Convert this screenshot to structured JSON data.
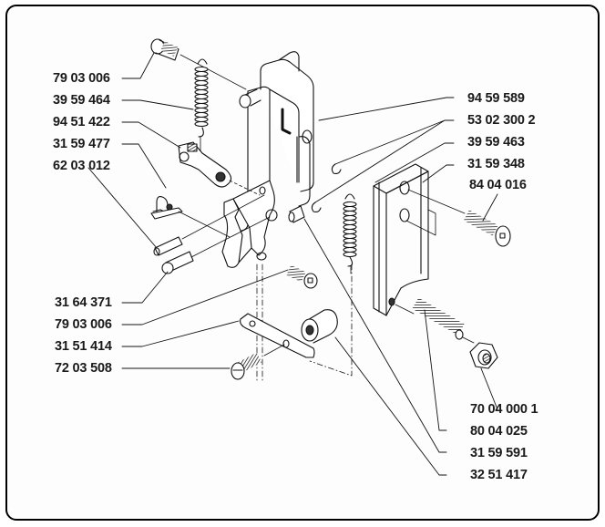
{
  "diagram": {
    "title": "Exploded parts diagram",
    "side_marker": "L",
    "accent_color": "#000000",
    "labels_left": [
      {
        "id": "lbl-79-03-006-a",
        "text": "79 03 006"
      },
      {
        "id": "lbl-39-59-464",
        "text": "39 59 464"
      },
      {
        "id": "lbl-94-51-422",
        "text": "94 51 422"
      },
      {
        "id": "lbl-31-59-477",
        "text": "31 59 477"
      },
      {
        "id": "lbl-62-03-012",
        "text": "62 03 012"
      },
      {
        "id": "lbl-31-64-371",
        "text": "31 64 371"
      },
      {
        "id": "lbl-79-03-006-b",
        "text": "79 03 006"
      },
      {
        "id": "lbl-31-51-414",
        "text": "31 51 414"
      },
      {
        "id": "lbl-72-03-508",
        "text": "72 03 508"
      }
    ],
    "labels_right": [
      {
        "id": "lbl-94-59-589",
        "text": "94 59 589"
      },
      {
        "id": "lbl-53-02-300-2",
        "text": "53 02 300 2"
      },
      {
        "id": "lbl-39-59-463",
        "text": "39 59 463"
      },
      {
        "id": "lbl-31-59-348",
        "text": "31 59 348"
      },
      {
        "id": "lbl-84-04-016",
        "text": "84 04 016"
      },
      {
        "id": "lbl-70-04-000-1",
        "text": "70 04 000 1"
      },
      {
        "id": "lbl-80-04-025",
        "text": "80 04 025"
      },
      {
        "id": "lbl-31-59-591",
        "text": "31 59 591"
      },
      {
        "id": "lbl-32-51-417",
        "text": "32 51 417"
      }
    ]
  }
}
